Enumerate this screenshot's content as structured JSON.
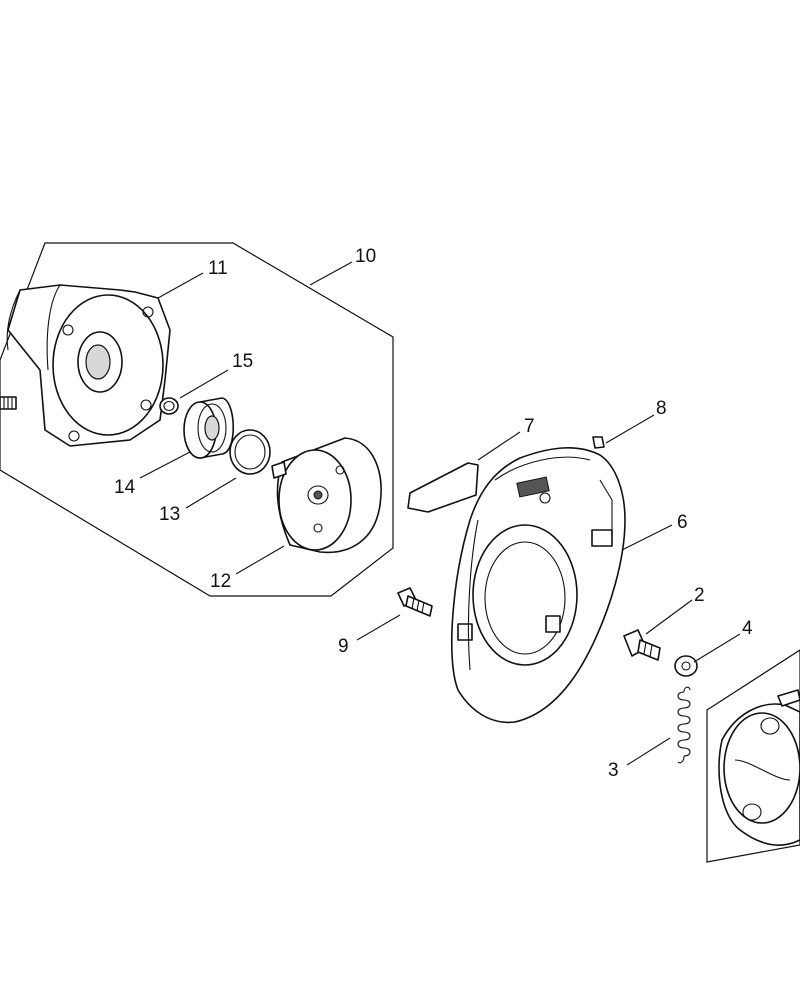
{
  "diagram": {
    "callouts": [
      {
        "id": "1",
        "label": "10"
      },
      {
        "id": "2",
        "label": "11"
      },
      {
        "id": "3",
        "label": "15"
      },
      {
        "id": "4",
        "label": "14"
      },
      {
        "id": "5",
        "label": "13"
      },
      {
        "id": "6",
        "label": "12"
      },
      {
        "id": "7",
        "label": "7"
      },
      {
        "id": "8",
        "label": "8"
      },
      {
        "id": "9",
        "label": "6"
      },
      {
        "id": "10",
        "label": "9"
      },
      {
        "id": "11",
        "label": "2"
      },
      {
        "id": "12",
        "label": "4"
      },
      {
        "id": "13",
        "label": "3"
      }
    ]
  }
}
